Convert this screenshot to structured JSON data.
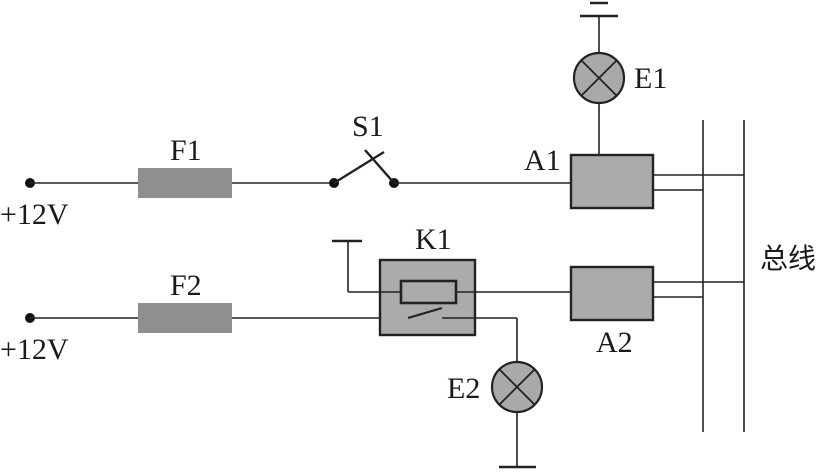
{
  "diagram": {
    "supply_1_label": "+12V",
    "supply_2_label": "+12V",
    "fuse_1_label": "F1",
    "fuse_2_label": "F2",
    "switch_label": "S1",
    "relay_label": "K1",
    "module_1_label": "A1",
    "module_2_label": "A2",
    "lamp_1_label": "E1",
    "lamp_2_label": "E2",
    "bus_label": "总线"
  },
  "colors": {
    "wire": "#222222",
    "component_fill": "#ababab",
    "fuse_fill": "#8f8f8f"
  }
}
